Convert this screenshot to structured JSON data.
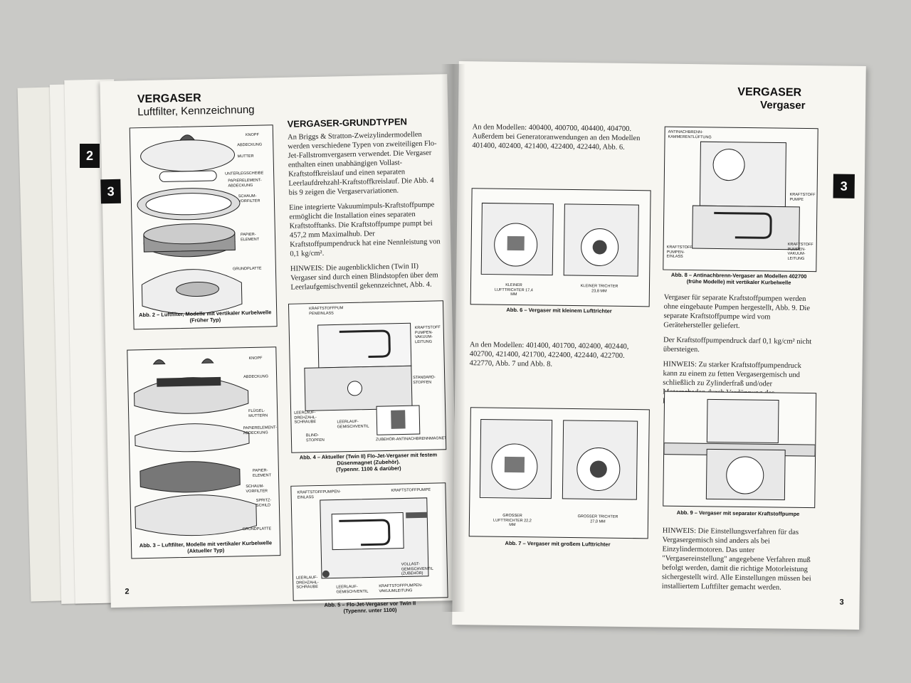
{
  "left_page": {
    "tab_numbers": [
      "2",
      "3"
    ],
    "header_title": "VERGASER",
    "header_subtitle": "Luftfilter, Kennzeichnung",
    "section_title": "VERGASER-GRUNDTYPEN",
    "paragraphs": [
      "An Briggs & Stratton-Zweizylindermodellen werden verschiedene Typen von zweiteiligen Flo-Jet-Fallstromvergasern verwendet. Die Vergaser enthalten einen unabhängigen Vollast-Kraftstoffkreislauf und einen separaten Leerlaufdrehzahl-Kraftstoffkreislauf. Die Abb. 4 bis 9 zeigen die Vergaservariationen.",
      "Eine integrierte Vakuumimpuls-Kraftstoffpumpe ermöglicht die Installation eines separaten Kraftstofftanks. Die Kraftstoffpumpe pumpt bei 457,2 mm Maximalhub. Der Kraftstoffpumpendruck hat eine Nennleistung von 0,1 kg/cm².",
      "HINWEIS: Die augenblicklichen (Twin II) Vergaser sind durch einen Blindstopfen über dem Leerlaufgemischventil gekennzeichnet, Abb. 4."
    ],
    "fig2": {
      "callouts": [
        "KNOPF",
        "ABDECKUNG",
        "MUTTER",
        "UNTERLEGSCHEIBE",
        "PAPIERELEMENT-ABDECKUNG",
        "SCHAUM-VORFILTER",
        "PAPIER-ELEMENT",
        "GRUNDPLATTE"
      ],
      "caption_line1": "Abb. 2 – Luftfilter, Modelle mit vertikaler Kurbelwelle",
      "caption_line2": "(Früher Typ)"
    },
    "fig3": {
      "callouts": [
        "KNOPF",
        "ABDECKUNG",
        "FLÜGEL-MUTTERN",
        "PAPIERELEMENT-ABDECKUNG",
        "PAPIER-ELEMENT",
        "SCHAUM-VORFILTER",
        "SPRITZ-SCHILD",
        "GRUNDPLATTE"
      ],
      "caption_line1": "Abb. 3 – Luftfilter, Modelle mit vertikaler Kurbelwelle",
      "caption_line2": "(Aktueller Typ)"
    },
    "fig4": {
      "callouts": [
        "KRAFTSTOFFPUM PENEINLASS",
        "KRAFTSTOFF PUMPEN-VAKUUM-LEITUNG",
        "STANDARD-STOPFEN",
        "LEERLAUF-DREHZAHL-SCHRAUBE",
        "LEERLAUF-GEMISCHVENTIL",
        "BLIND-STOPFEN",
        "ZUBEHÖR-ANTINACHBRENNMAGNET"
      ],
      "caption_line1": "Abb. 4 – Aktueller (Twin II) Flo-Jet-Vergaser mit festem",
      "caption_line2": "Düsenmagnet (Zubehör).",
      "caption_line3": "(Typennr. 1100 & darüber)"
    },
    "fig5": {
      "callouts": [
        "KRAFTSTOFFPUMPEN-EINLASS",
        "KRAFTSTOFFPUMPE",
        "LEERLAUF-DREHZAHL-SCHRAUBE",
        "LEERLAUF-GEMISCHVENTIL",
        "VOLLAST-GEMISCHVENTIL (ZUBEHÖR)",
        "KRAFTSTOFFPUMPEN-VAKUUMLEITUNG"
      ],
      "caption_line1": "Abb. 5 – Flo-Jet-Vergaser vor Twin II",
      "caption_line2": "(Typennr. unter 1100)"
    },
    "page_number": "2"
  },
  "right_page": {
    "tab_number": "3",
    "header_title": "VERGASER",
    "header_subtitle": "Vergaser",
    "paragraph_top": "An den Modellen: 400400, 400700, 404400, 404700. Außerdem bei Generatoranwendungen an den Modellen 401400, 402400, 421400, 422400, 422440, Abb. 6.",
    "fig6": {
      "left_label": "KLEINER LUFTTRICHTER 17,4 MM",
      "right_label": "KLEINER TRICHTER 23,8 MM",
      "caption": "Abb. 6 – Vergaser mit kleinem Lufttrichter"
    },
    "paragraph_mid": "An den Modellen: 401400, 401700, 402400, 402440, 402700, 421400, 421700, 422400, 422440, 422700. 422770, Abb. 7 und Abb. 8.",
    "fig7": {
      "left_label": "GROSSER LUFTTRICHTER 22,2 MM",
      "right_label": "GROSSER TRICHTER 27,0 MM",
      "caption": "Abb. 7 – Vergaser mit großem Lufttrichter"
    },
    "fig8": {
      "callouts": [
        "ANTINACHBRENN-KAMMERENTLÜFTUNG",
        "KRAFTSTOFF PUMPE",
        "KRAFTSTOFF PUMPEN-EINLASS",
        "KRAFTSTOFF PUMPEN-VAKUUM-LEITUNG"
      ],
      "caption_line1": "Abb. 8 – Antinachbrenn-Vergaser an Modellen 402700",
      "caption_line2": "(frühe Modelle) mit vertikaler Kurbelwelle"
    },
    "paragraphs_right": [
      "Vergaser für separate Kraftstoffpumpen werden ohne eingebaute Pumpen hergestellt, Abb. 9. Die separate Kraftstoffpumpe wird vom Gerätehersteller geliefert.",
      "Der Kraftstoffpumpendruck darf 0,1 kg/cm² nicht übersteigen.",
      "HINWEIS: Zu starker Kraftstoffpumpendruck kann zu einem zu fetten Vergasergemisch und schließlich zu Zylinderfraß und/oder Motorschaden durch Verdünnung des Kurbelgehäuseöls mit Benzin führen."
    ],
    "fig9": {
      "caption": "Abb. 9 – Vergaser mit separater Kraftstoffpumpe"
    },
    "paragraph_bottom": "HINWEIS: Die Einstellungsverfahren für das Vergasergemisch sind anders als bei Einzylindermotoren. Das unter \"Vergasereinstellung\" angegebene Verfahren muß befolgt werden, damit die richtige Motorleistung sichergestellt wird. Alle Einstellungen müssen bei installiertem Luftfilter gemacht werden.",
    "page_number": "3"
  }
}
